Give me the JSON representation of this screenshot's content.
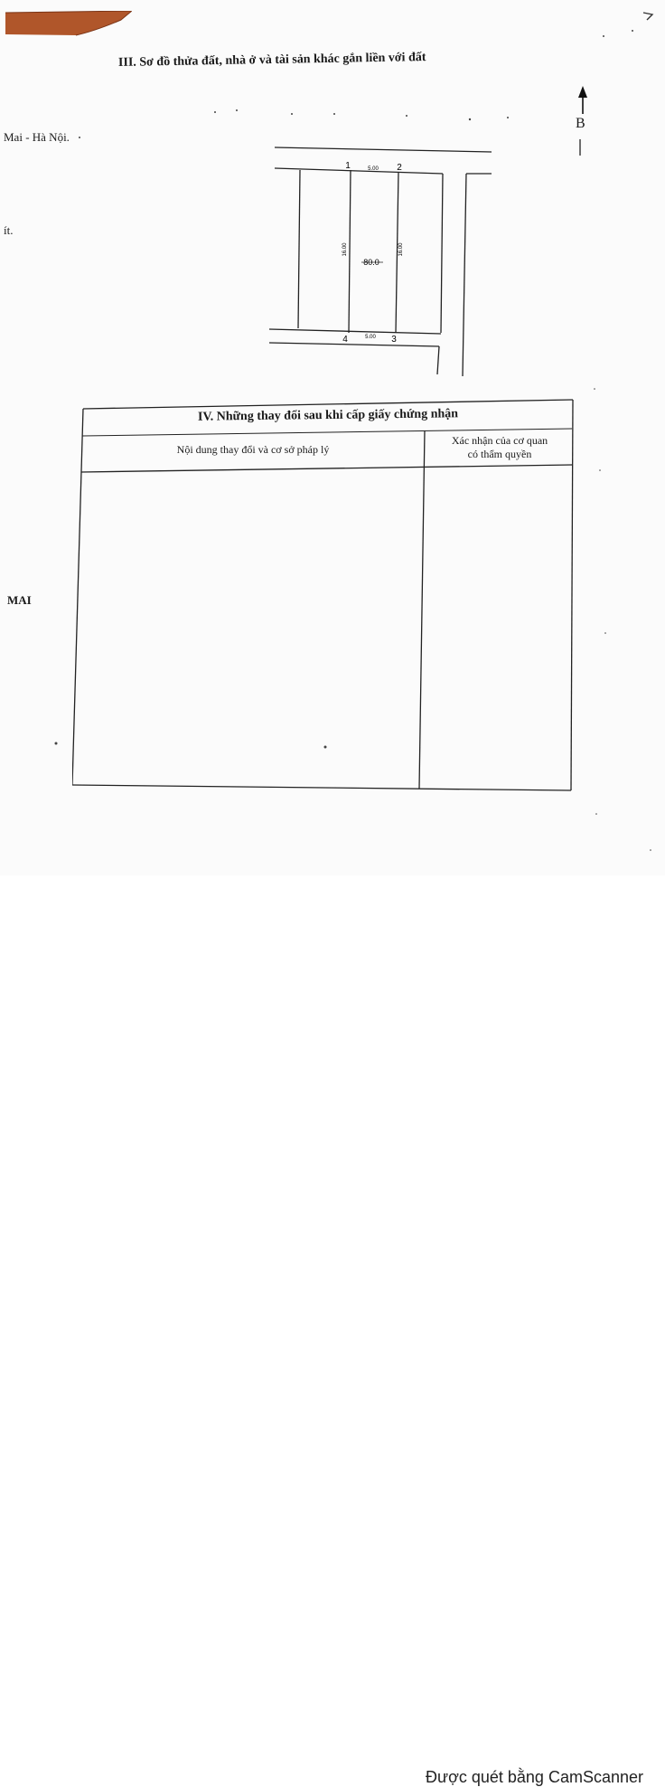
{
  "document": {
    "section_title": "III. Sơ đồ thửa đất, nhà ở và tài sản khác gắn liền với đất",
    "left_fragments": [
      "Mai - Hà Nội.",
      "ít.",
      "MAI"
    ],
    "north_label": "B"
  },
  "plot": {
    "corner_labels": [
      "1",
      "2",
      "3",
      "4"
    ],
    "top_width": "5.00",
    "bottom_width": "5.00",
    "left_length": "16.00",
    "right_length": "16.00",
    "area": "80.0"
  },
  "changes_table": {
    "title": "IV. Những thay đổi sau khi cấp giấy chứng nhận",
    "col_content": "Nội dung thay đổi và cơ sở pháp lý",
    "col_confirm_line1": "Xác nhận của cơ quan",
    "col_confirm_line2": "có thẩm quyền"
  },
  "footer": {
    "scanner_text": "Được quét bằng CamScanner"
  },
  "colors": {
    "ink": "#1a1a1a",
    "torn_corner": "#b0562a"
  }
}
